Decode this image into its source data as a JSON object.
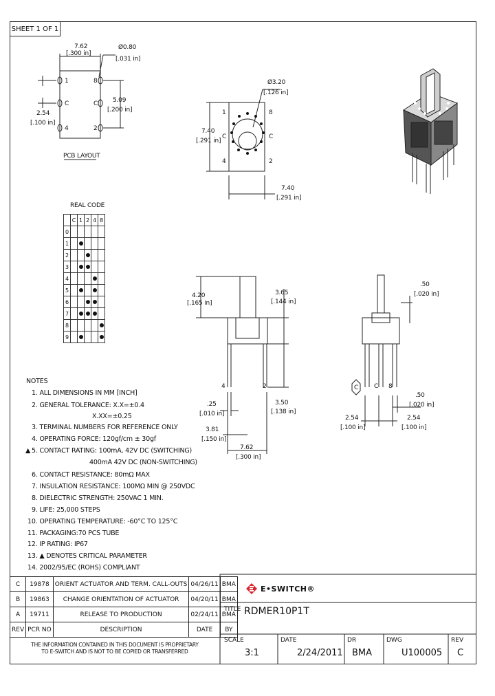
{
  "sheet": "SHEET 1 OF 1",
  "pcb": {
    "title": "PCB LAYOUT",
    "dim_top": "7.62",
    "dim_top_in": "[.300 in]",
    "dim_hole": "Ø0.80",
    "dim_hole_in": "[.031 in]",
    "dim_right": "5.09",
    "dim_right_in": "[.200 in]",
    "dim_left": "2.54",
    "dim_left_in": "[.100 in]",
    "pins": [
      "1",
      "C",
      "4",
      "8",
      "C",
      "2"
    ]
  },
  "top_view": {
    "dia": "Ø3.20",
    "dia_in": "[.126 in]",
    "height": "7.40",
    "height_in": "[.291 in]",
    "width": "7.40",
    "width_in": "[.291 in]",
    "pins": [
      "1",
      "C",
      "4",
      "8",
      "C",
      "2"
    ]
  },
  "real_code": {
    "title": "REAL CODE",
    "header": [
      "C",
      "1",
      "2",
      "4",
      "8"
    ],
    "rows": [
      {
        "label": "0",
        "cells": [
          0,
          0,
          0,
          0
        ]
      },
      {
        "label": "1",
        "cells": [
          1,
          0,
          0,
          0
        ]
      },
      {
        "label": "2",
        "cells": [
          0,
          1,
          0,
          0
        ]
      },
      {
        "label": "3",
        "cells": [
          1,
          1,
          0,
          0
        ]
      },
      {
        "label": "4",
        "cells": [
          0,
          0,
          1,
          0
        ]
      },
      {
        "label": "5",
        "cells": [
          1,
          0,
          1,
          0
        ]
      },
      {
        "label": "6",
        "cells": [
          0,
          1,
          1,
          0
        ]
      },
      {
        "label": "7",
        "cells": [
          1,
          1,
          1,
          0
        ]
      },
      {
        "label": "8",
        "cells": [
          0,
          0,
          0,
          1
        ]
      },
      {
        "label": "9",
        "cells": [
          1,
          0,
          0,
          1
        ]
      }
    ]
  },
  "side_view": {
    "h1": "4.20",
    "h1_in": "[.165 in]",
    "h2": "3.65",
    "h2_in": "[.144 in]",
    "pin_w": ".25",
    "pin_w_in": "[.010 in]",
    "pin_len": "3.50",
    "pin_len_in": "[.138 in]",
    "off": "3.81",
    "off_in": "[.150 in]",
    "span": "7.62",
    "span_in": "[.300 in]",
    "pins": [
      "4",
      "2"
    ]
  },
  "front_view": {
    "t": ".50",
    "t_in": "[.020 in]",
    "w": ".50",
    "w_in": "[.020 in]",
    "p1": "2.54",
    "p1_in": "[.100 in]",
    "p2": "2.54",
    "p2_in": "[.100 in]",
    "pins": [
      "C",
      "C",
      "8"
    ]
  },
  "notes": {
    "title": "NOTES",
    "items": [
      "1. ALL DIMENSIONS IN MM [INCH]",
      "2. GENERAL TOLERANCE:  X.X=±0.4",
      "X.XX=±0.25",
      "3. TERMINAL NUMBERS FOR REFERENCE ONLY",
      "4. OPERATING FORCE: 120gf/cm ± 30gf",
      "5. CONTACT RATING: 100mA, 42V DC (SWITCHING)",
      "400mA 42V DC (NON-SWITCHING)",
      "6. CONTACT RESISTANCE: 80mΩ MAX",
      "7. INSULATION RESISTANCE: 100MΩ MIN @ 250VDC",
      "8. DIELECTRIC STRENGTH: 250VAC 1 MIN.",
      "9. LIFE: 25,000 STEPS",
      "10. OPERATING TEMPERATURE: -60°C TO 125°C",
      "11. PACKAGING:70 PCS TUBE",
      "12. IP RATING: IP67",
      "13. ▲ DENOTES CRITICAL PARAMETER",
      "14. 2002/95/EC (ROHS) COMPLIANT"
    ]
  },
  "revisions": [
    {
      "rev": "C",
      "pcr": "19878",
      "desc": "ORIENT ACTUATOR AND TERM. CALL-OUTS",
      "date": "04/26/11",
      "by": "BMA"
    },
    {
      "rev": "B",
      "pcr": "19863",
      "desc": "CHANGE ORIENTATION OF ACTUATOR",
      "date": "04/20/11",
      "by": "BMA"
    },
    {
      "rev": "A",
      "pcr": "19711",
      "desc": "RELEASE TO PRODUCTION",
      "date": "02/24/11",
      "by": "BMA"
    }
  ],
  "rev_header": {
    "rev": "REV",
    "pcr": "PCR NO",
    "desc": "DESCRIPTION",
    "date": "DATE",
    "by": "BY"
  },
  "proprietary": [
    "THE INFORMATION CONTAINED IN THIS DOCUMENT IS PROPRIETARY",
    "TO E-SWITCH AND IS NOT TO BE COPIED OR TRANSFERRED"
  ],
  "title_block": {
    "logo_text": "E•SWITCH®",
    "title_label": "TITLE",
    "title": "RDMER10P1T",
    "scale_label": "SCALE",
    "scale": "3:1",
    "date_label": "DATE",
    "date": "2/24/2011",
    "dr_label": "DR",
    "dr": "BMA",
    "dwg_label": "DWG",
    "dwg": "U100005",
    "rev_label": "REV",
    "rev": "C"
  },
  "colors": {
    "logo_red": "#d7262f",
    "line": "#222222"
  }
}
